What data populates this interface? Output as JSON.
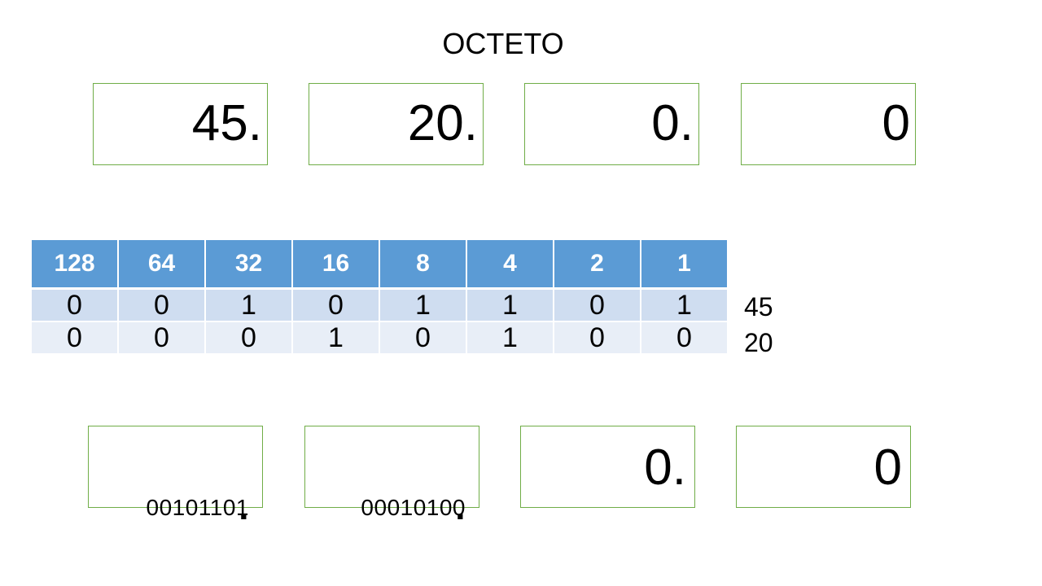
{
  "title": "OCTETO",
  "top_boxes": [
    "45.",
    "20.",
    "0.",
    "0"
  ],
  "bit_weights": [
    "128",
    "64",
    "32",
    "16",
    "8",
    "4",
    "2",
    "1"
  ],
  "rows": [
    {
      "bits": [
        "0",
        "0",
        "1",
        "0",
        "1",
        "1",
        "0",
        "1"
      ],
      "decimal": "45"
    },
    {
      "bits": [
        "0",
        "0",
        "0",
        "1",
        "0",
        "1",
        "0",
        "0"
      ],
      "decimal": "20"
    }
  ],
  "bottom_boxes": {
    "b1_bits": "00101101",
    "b1_dot": ".",
    "b2_bits": "00010100",
    "b2_dot": ".",
    "b3": "0.",
    "b4": "0"
  },
  "colors": {
    "box_border": "#70ad47",
    "header_fill": "#5b9bd5",
    "row1_fill": "#cfddf0",
    "row2_fill": "#e8eef7"
  }
}
